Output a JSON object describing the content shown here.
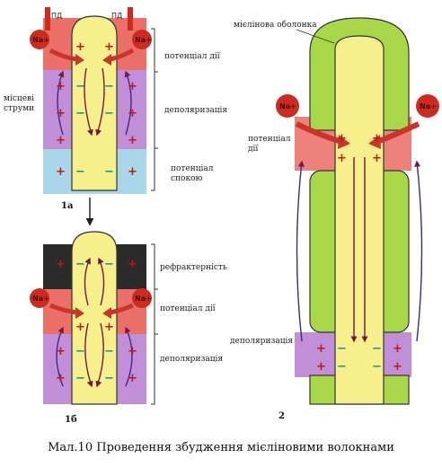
{
  "labels": {
    "pd_1": "ПД",
    "pd_2": "ПД",
    "na": "Na+",
    "local_currents": "місцеві\nструми",
    "action_potential": "потенціал дії",
    "depolarization": "деполяризація",
    "resting_potential": "потенціал\nспокою",
    "refractoriness": "рефрактерність",
    "myelin_sheath": "мієлінова оболонка",
    "action_potential_2": "потенціал\nдії",
    "depolarization_2": "деполяризація"
  },
  "figure_ids": {
    "a": "1а",
    "b": "1б",
    "c": "2"
  },
  "caption": "Мал.10 Проведення збудження мієліновими волокнами",
  "colors": {
    "axon": "#f6f08c",
    "action_zone": "#e8574f",
    "depol_zone": "#b57bd0",
    "rest_zone": "#a9d6e8",
    "refractory_zone": "#2b2b2b",
    "myelin": "#a8d84a",
    "na_ion": "#cf2a1e",
    "arrow": "#c9352b",
    "current": "#7a1540"
  }
}
